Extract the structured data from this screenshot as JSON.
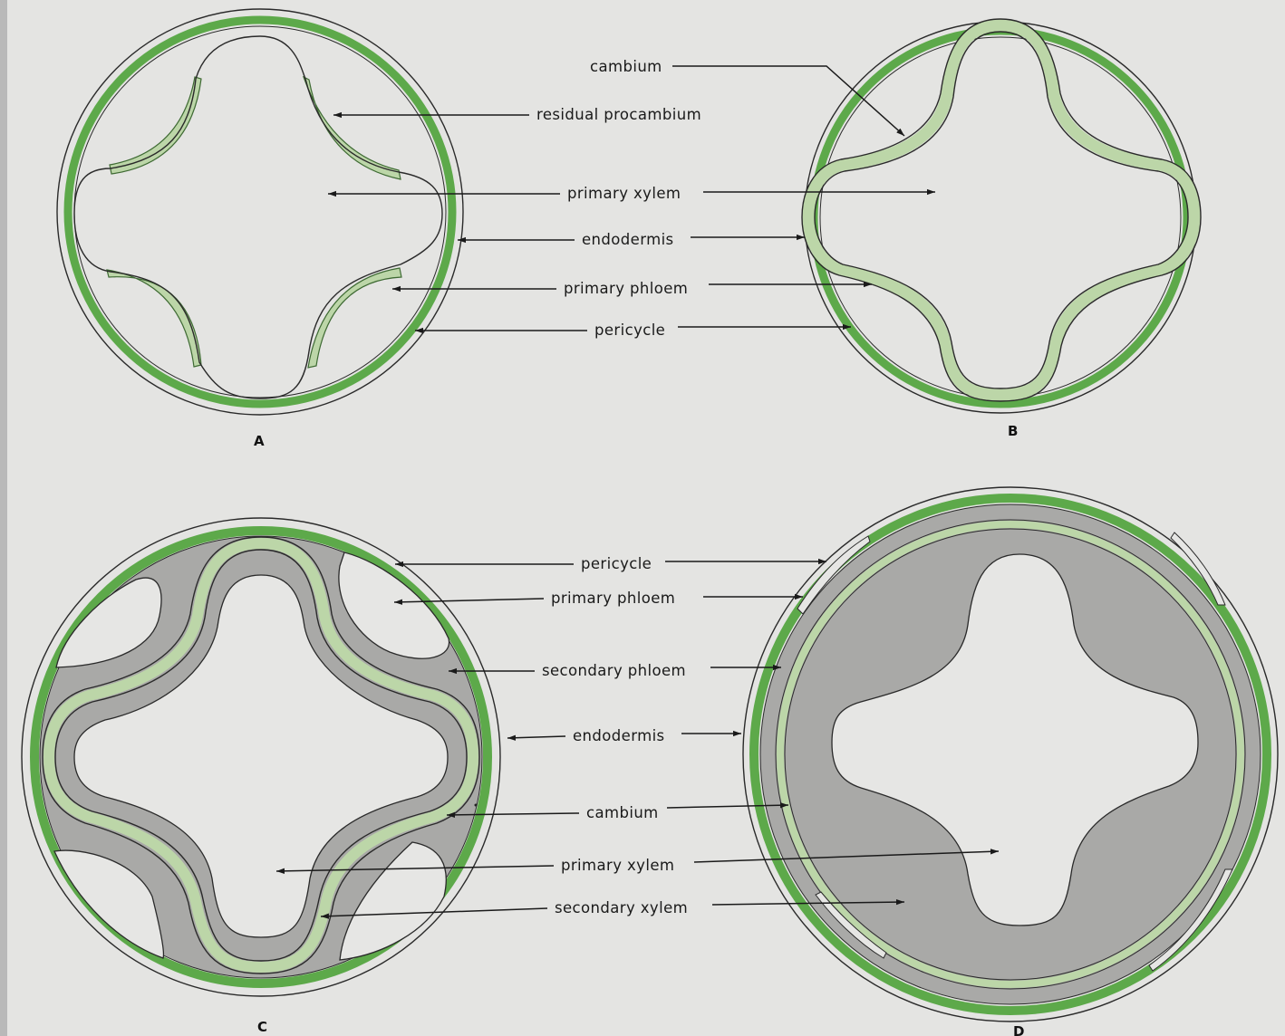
{
  "colors": {
    "page": "#e4e4e2",
    "background": "#b9b9b9",
    "endodermis_band": "#5da94a",
    "procambium": "#bcd6a8",
    "secondary_tissue": "#a9a9a7",
    "outline": "#2a2a2a"
  },
  "panels": [
    {
      "id": "A",
      "letter": "A"
    },
    {
      "id": "B",
      "letter": "B"
    },
    {
      "id": "C",
      "letter": "C"
    },
    {
      "id": "D",
      "letter": "D"
    }
  ],
  "labels_ab": {
    "cambium": "cambium",
    "residual_procambium": "residual procambium",
    "primary_xylem": "primary xylem",
    "endodermis": "endodermis",
    "primary_phloem": "primary phloem",
    "pericycle": "pericycle"
  },
  "labels_cd": {
    "pericycle": "pericycle",
    "primary_phloem": "primary phloem",
    "secondary_phloem": "secondary phloem",
    "endodermis": "endodermis",
    "cambium": "cambium",
    "primary_xylem": "primary xylem",
    "secondary_xylem": "secondary xylem"
  }
}
